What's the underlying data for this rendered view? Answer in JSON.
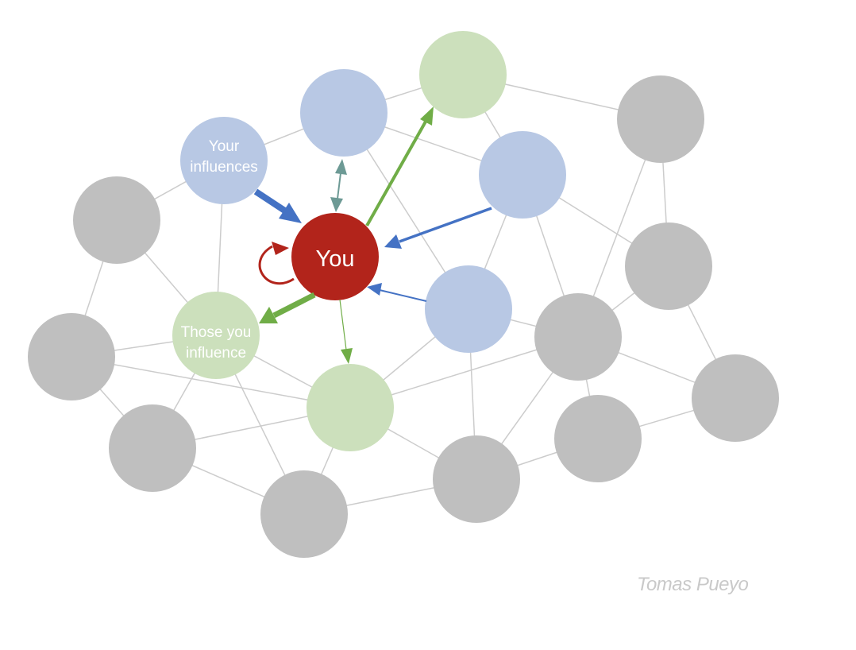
{
  "diagram": {
    "you_label": "You",
    "influences_label": [
      "Your",
      "influences"
    ],
    "influenced_label": [
      "Those you",
      "influence"
    ],
    "credit": "Tomas Pueyo"
  },
  "colors": {
    "you": "#b2241b",
    "influencer": "#b8c8e4",
    "influenced": "#cce0bc",
    "other": "#bfbfbf",
    "edge": "#cccccc",
    "arrow_in": "#4472c4",
    "arrow_out": "#70ad47",
    "arrow_mutual": "#6d9a95",
    "self_loop": "#b2241b"
  }
}
